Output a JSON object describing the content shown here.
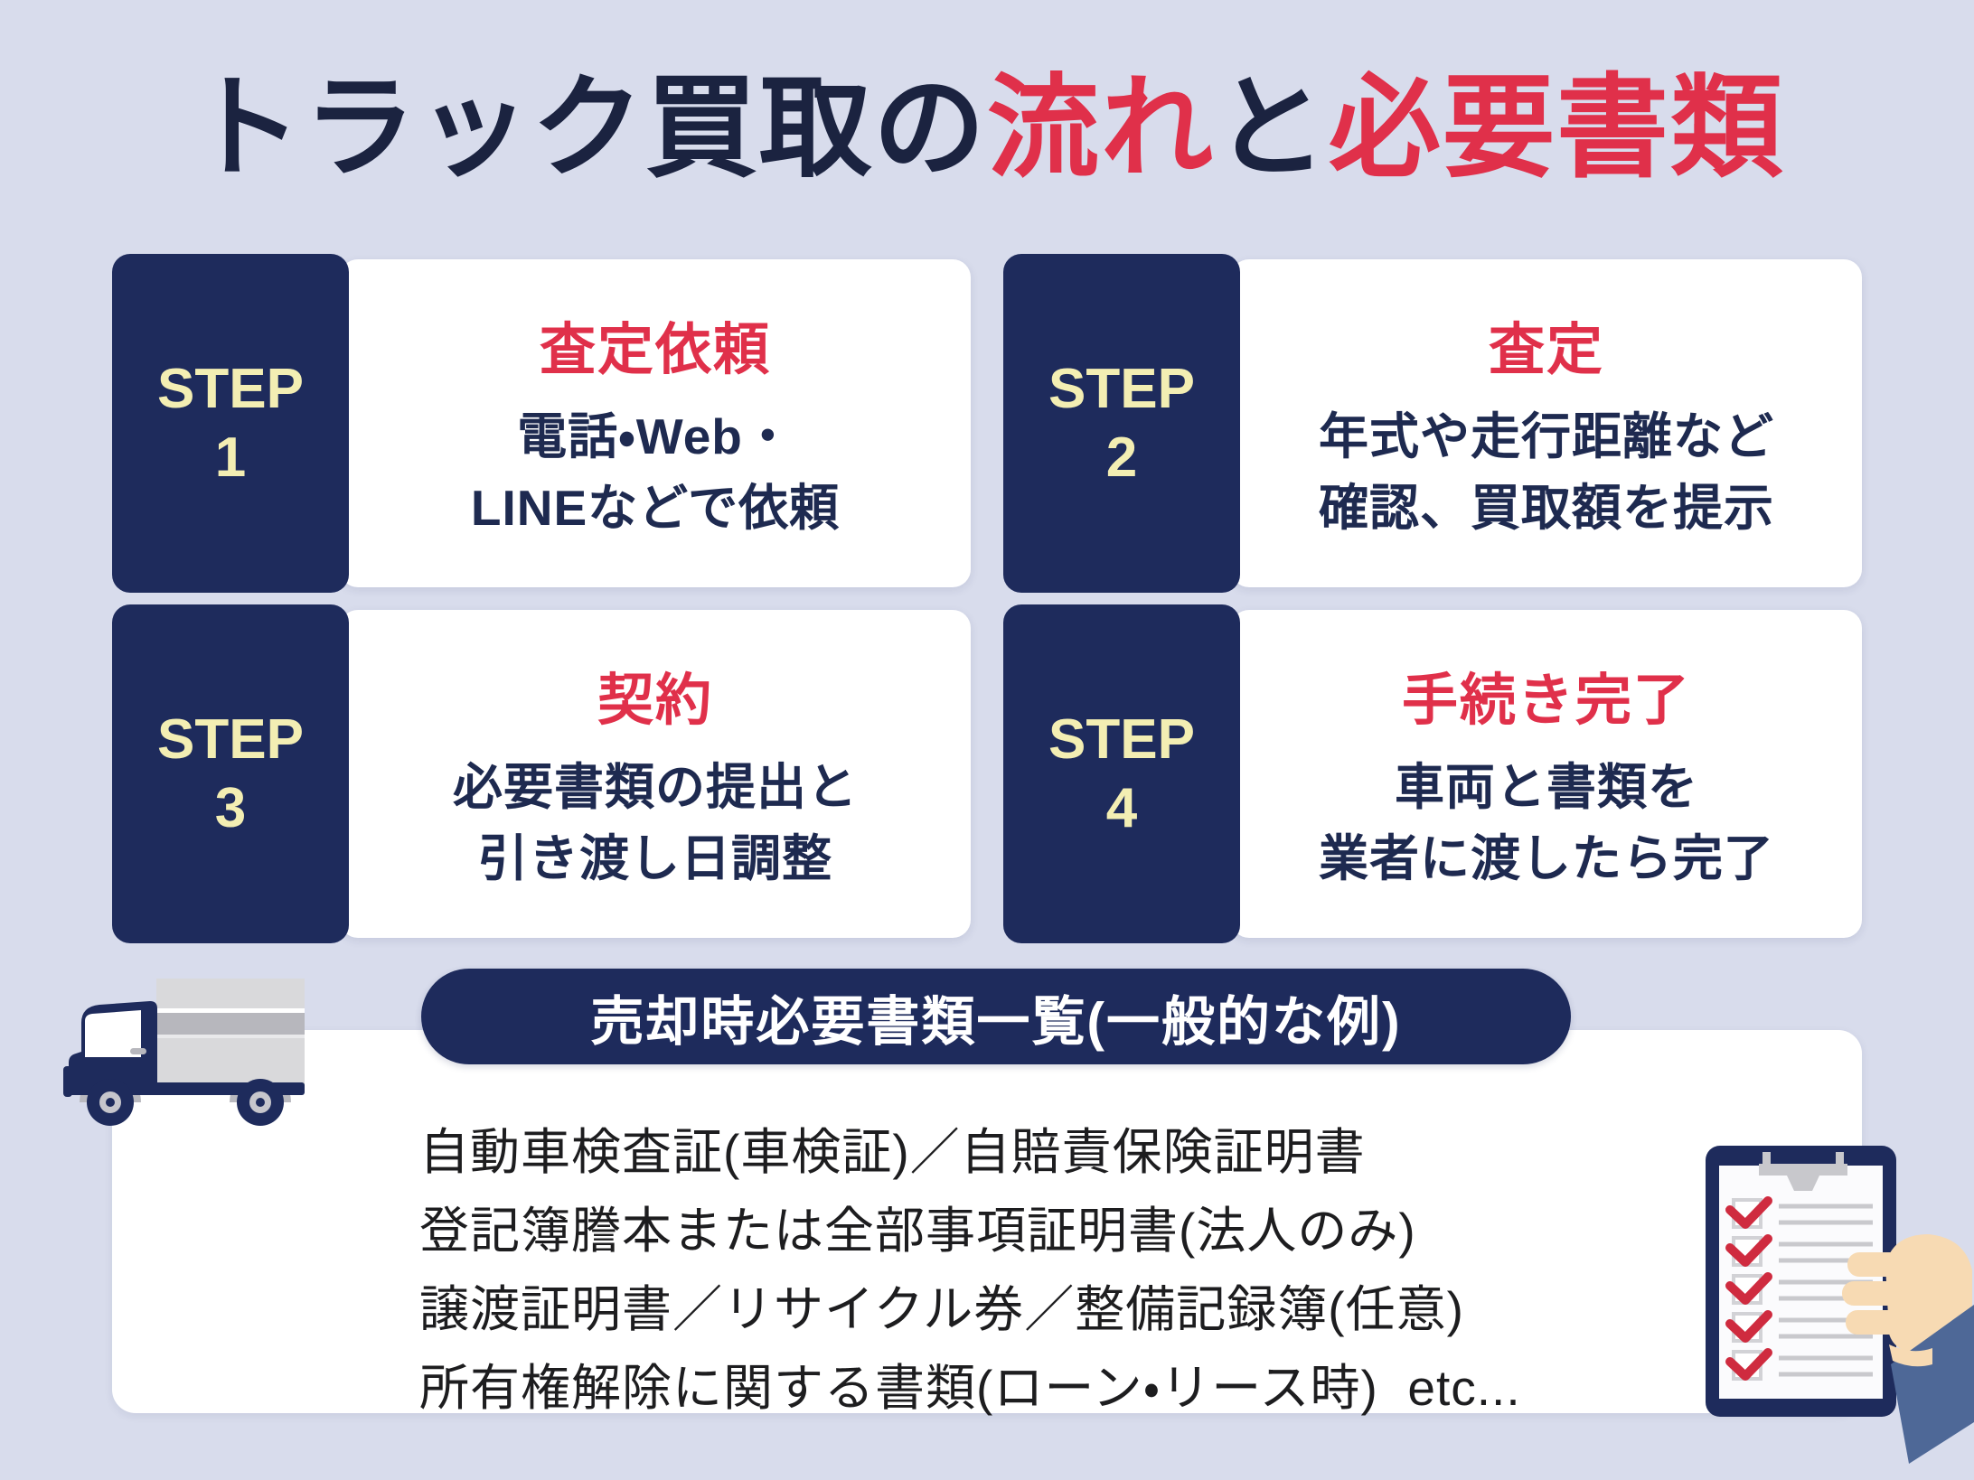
{
  "title": {
    "segments": [
      {
        "text": "トラック買取の",
        "color": "#1b2340"
      },
      {
        "text": "流れ",
        "color": "#e0304a"
      },
      {
        "text": "と",
        "color": "#1b2340"
      },
      {
        "text": "必要書類",
        "color": "#e0304a"
      }
    ]
  },
  "steps": [
    {
      "label": "STEP",
      "number": "1",
      "title": "査定依頼",
      "lines": [
        "電話・Web・",
        "LINEなどで依頼"
      ]
    },
    {
      "label": "STEP",
      "number": "2",
      "title": "査定",
      "lines": [
        "年式や走行距離など",
        "確認、買取額を提示"
      ]
    },
    {
      "label": "STEP",
      "number": "3",
      "title": "契約",
      "lines": [
        "必要書類の提出と",
        "引き渡し日調整"
      ]
    },
    {
      "label": "STEP",
      "number": "4",
      "title": "手続き完了",
      "lines": [
        "車両と書類を",
        "業者に渡したら完了"
      ]
    }
  ],
  "documents": {
    "header": "売却時必要書類一覧(一般的な例)",
    "lines": [
      "自動車検査証(車検証)／自賠責保険証明書",
      "登記簿謄本または全部事項証明書(法人のみ)",
      "譲渡証明書／リサイクル券／整備記録簿(任意)",
      "所有権解除に関する書類(ローン・リース時)  etc..."
    ]
  },
  "icons": [
    "truck-icon",
    "clipboard-checklist-icon"
  ],
  "colors": {
    "background": "#d8dcec",
    "navy": "#1e2b5c",
    "title_navy": "#1b2340",
    "accent_red": "#e0304a",
    "step_yellow": "#f3eeb3",
    "panel_white": "#ffffff",
    "body_text_navy": "#1e2a50",
    "document_text": "#1d1d1f",
    "check_red": "#cf2b3f",
    "sleeve_blue": "#4e6897",
    "skin": "#f7dab3"
  }
}
